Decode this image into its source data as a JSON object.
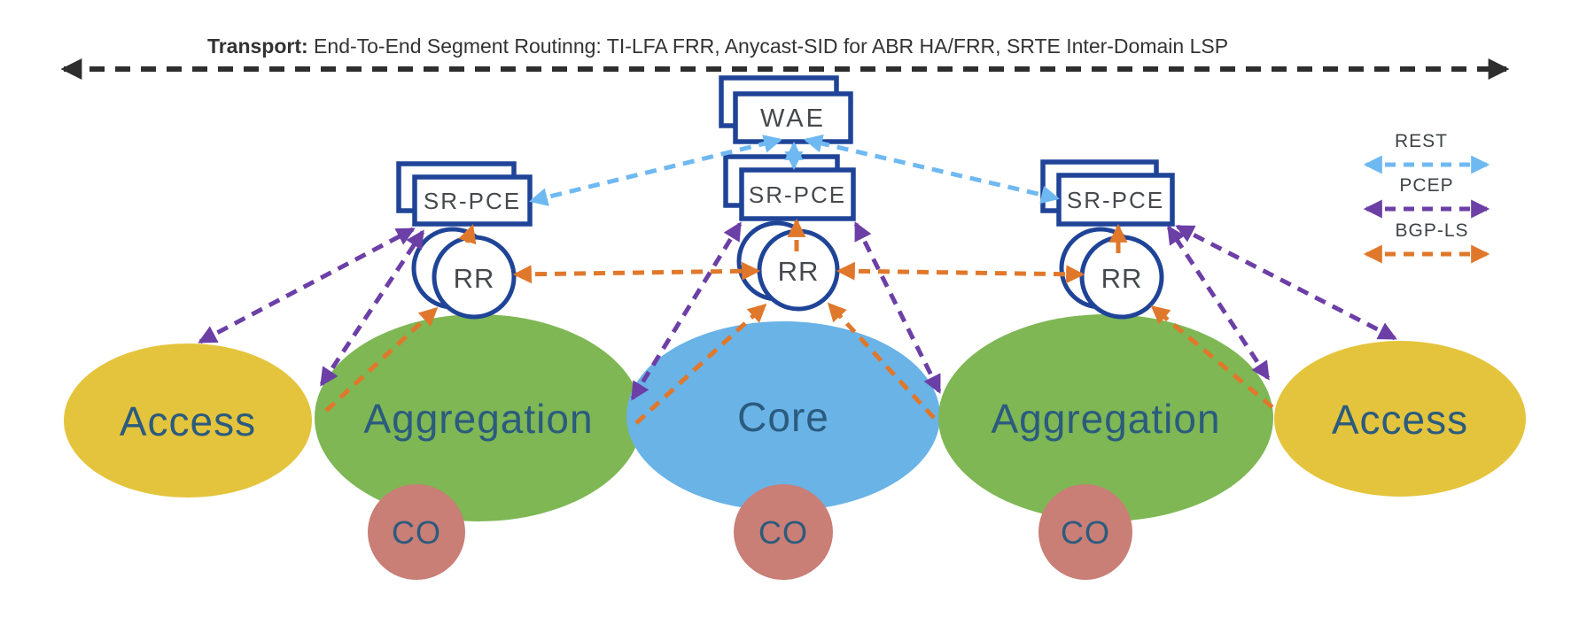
{
  "title": {
    "prefix": "Transport:",
    "text": " End-To-End Segment Routinng: TI-LFA FRR, Anycast-SID for ABR HA/FRR, SRTE Inter-Domain LSP"
  },
  "nodes": {
    "wae": "WAE",
    "sr_pce": "SR-PCE",
    "rr": "RR"
  },
  "domains": {
    "access_left": "Access",
    "aggregation_left": "Aggregation",
    "core": "Core",
    "aggregation_right": "Aggregation",
    "access_right": "Access",
    "co_left": "CO",
    "co_middle": "CO",
    "co_right": "CO"
  },
  "legend": {
    "rest": "REST",
    "pcep": "PCEP",
    "bgp_ls": "BGP-LS"
  },
  "colors": {
    "rest": "#6FB9F2",
    "pcep": "#6C3FA6",
    "bgp_ls": "#E0782C",
    "transport_line": "#2E2E2E",
    "access_fill": "#E4C43C",
    "aggregation_fill": "#7EB754",
    "core_fill": "#69B3E7",
    "co_fill": "#C97E76",
    "node_border": "#1F4497",
    "node_fill": "#FFFFFF",
    "domain_label": "#2B5B7E",
    "node_label": "#46494D",
    "legend_label": "#3F4347",
    "title_color": "#333333"
  }
}
